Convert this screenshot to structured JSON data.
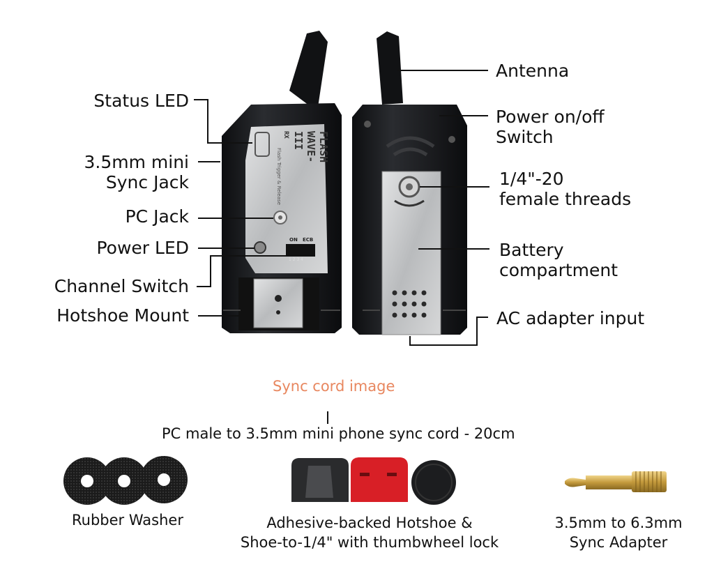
{
  "left_callouts": {
    "status_led": "Status LED",
    "sync_jack_line1": "3.5mm mini",
    "sync_jack_line2": "Sync Jack",
    "pc_jack": "PC Jack",
    "power_led": "Power LED",
    "channel_switch": "Channel Switch",
    "hotshoe_mount": "Hotshoe Mount"
  },
  "right_callouts": {
    "antenna": "Antenna",
    "power_switch_line1": "Power on/off",
    "power_switch_line2": "Switch",
    "threads_line1": "1/4\"-20",
    "threads_line2": "female threads",
    "battery_line1": "Battery",
    "battery_line2": "compartment",
    "ac_adapter": "AC adapter input"
  },
  "device_front_text": {
    "brand_line1": "FLASH",
    "brand_line2": "WAVE-III",
    "model_suffix": "RX",
    "subtitle": "Flash Trigger & Release",
    "dip_on": "ON",
    "dip_ecb": "ECB",
    "dip_numbers": "1 2 3 4"
  },
  "sync_cord": {
    "title": "Sync cord image",
    "description": "PC male to 3.5mm mini phone sync cord - 20cm"
  },
  "accessories": [
    {
      "line1": "Rubber Washer",
      "line2": ""
    },
    {
      "line1": "Adhesive-backed Hotshoe &",
      "line2": "Shoe-to-1/4\" with thumbwheel lock"
    },
    {
      "line1": "3.5mm to 6.3mm",
      "line2": "Sync Adapter"
    }
  ],
  "colors": {
    "device_body": "#1a1c1f",
    "metal_plate": "#c4c6c8",
    "accent_orange": "#e8875f",
    "adhesive_red": "#d81f26"
  }
}
